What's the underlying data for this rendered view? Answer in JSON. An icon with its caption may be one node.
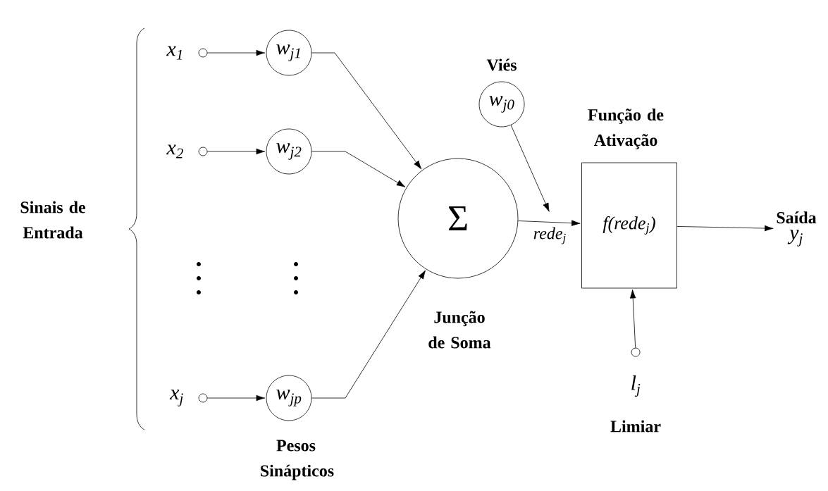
{
  "diagram": {
    "nodes": [
      {
        "text": [],
        "shape": "circle",
        "beside": [
          "x$_{1}$"
        ]
      },
      {
        "text": [
          "w$_{j1}$"
        ]
      },
      {
        "text": [],
        "shape": "circle",
        "beside": [
          "x$_{2}$"
        ]
      },
      {
        "text": [
          "w$_{j2}$"
        ]
      },
      {
        "text": [],
        "shape": "circle",
        "beside": [
          "x$_{j}$"
        ]
      },
      {
        "text": [
          "w$_{jp}$"
        ]
      },
      {
        "text": [
          "w$_{j0}$"
        ],
        "beside": [
          "Viés"
        ]
      },
      {
        "text": [
          "Σ"
        ],
        "beside": [
          "Junção de Soma"
        ]
      },
      {
        "text": [
          "f(rede$_{j}$)"
        ],
        "beside": [
          "Função de Ativação"
        ]
      },
      {
        "text": [],
        "shape": "circle",
        "beside": [
          "l$_{j}$",
          "Limiar"
        ]
      },
      {
        "text": [
          "Saída",
          "y$_{j}$"
        ]
      }
    ],
    "edges": [
      {
        "from": 0,
        "to": 1,
        "arrow": "to"
      },
      {
        "from": 2,
        "to": 3,
        "arrow": "to"
      },
      {
        "from": 4,
        "to": 5,
        "arrow": "to"
      },
      {
        "from": 1,
        "to": 7,
        "arrow": "to"
      },
      {
        "from": 3,
        "to": 7,
        "arrow": "to"
      },
      {
        "from": 5,
        "to": 7,
        "arrow": "to"
      },
      {
        "from": 6,
        "to": null,
        "arrow": "to"
      },
      {
        "from": 7,
        "to": 8,
        "arrow": "to",
        "label": "rede$_{j}$"
      },
      {
        "from": 9,
        "to": 8,
        "arrow": "to"
      },
      {
        "from": 8,
        "to": 10,
        "arrow": "to"
      }
    ],
    "labels": [
      "Sinais de Entrada",
      "Pesos Sinápticos"
    ]
  }
}
